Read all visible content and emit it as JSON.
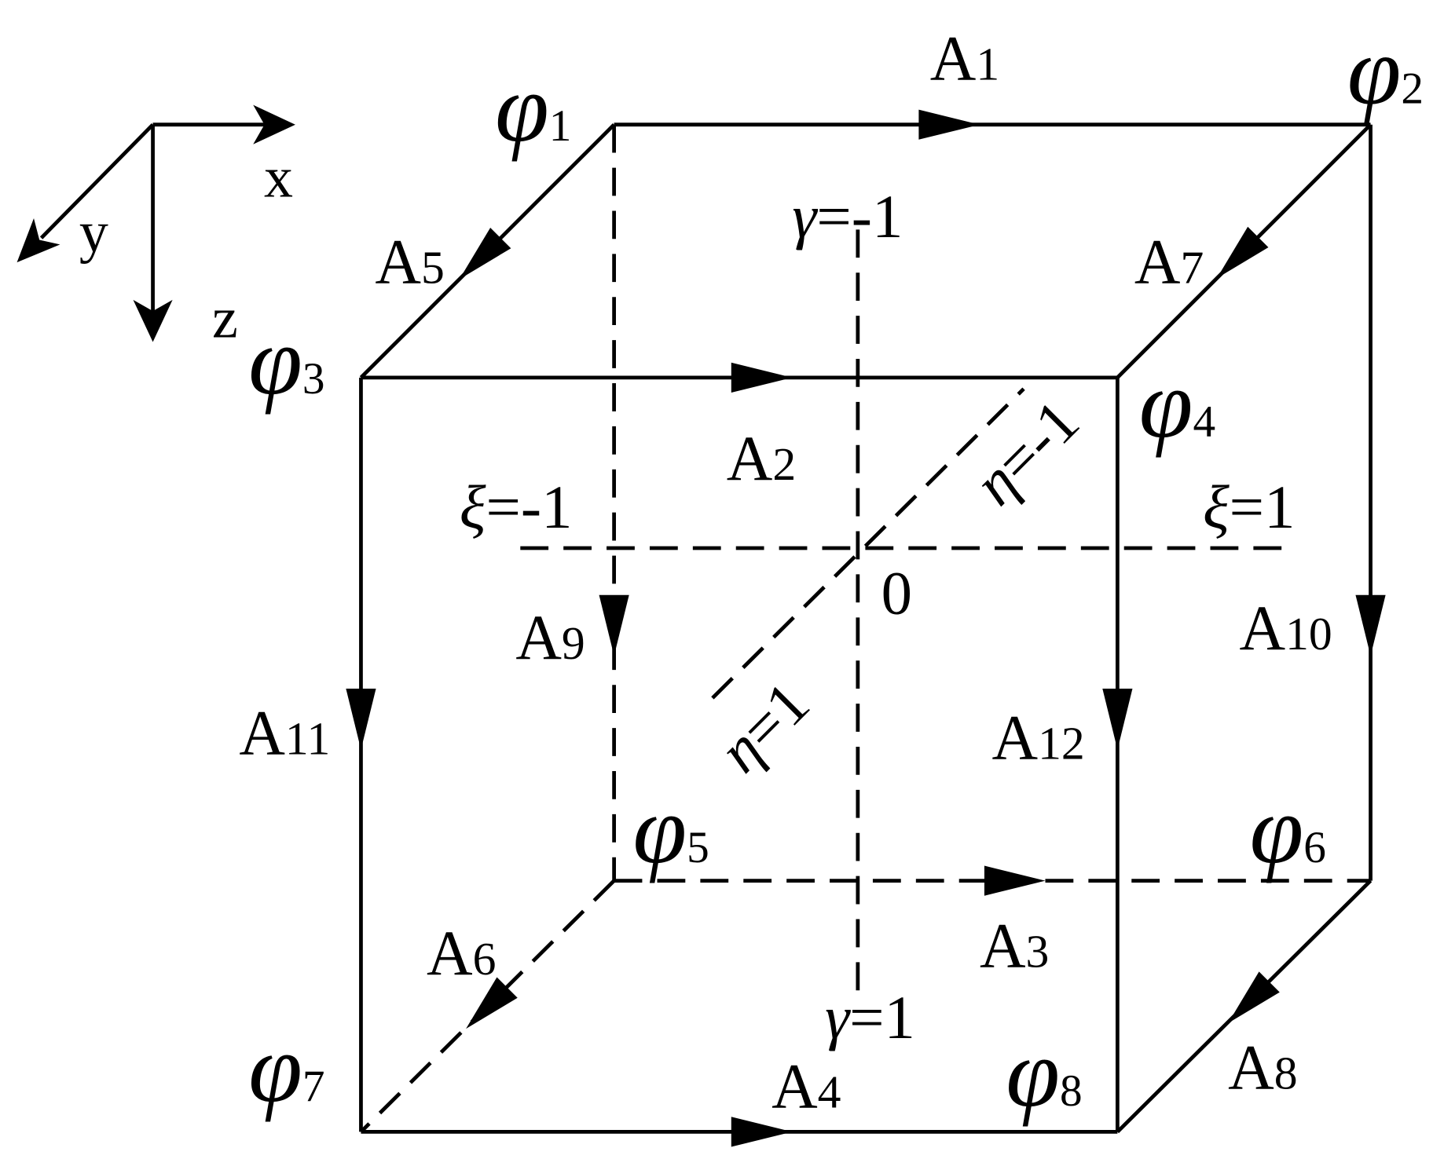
{
  "colors": {
    "stroke": "#000000",
    "background": "#ffffff"
  },
  "axes": {
    "x_label": "x",
    "y_label": "y",
    "z_label": "z"
  },
  "nodes": [
    {
      "symbol": "φ",
      "index": "1"
    },
    {
      "symbol": "φ",
      "index": "2"
    },
    {
      "symbol": "φ",
      "index": "3"
    },
    {
      "symbol": "φ",
      "index": "4"
    },
    {
      "symbol": "φ",
      "index": "5"
    },
    {
      "symbol": "φ",
      "index": "6"
    },
    {
      "symbol": "φ",
      "index": "7"
    },
    {
      "symbol": "φ",
      "index": "8"
    }
  ],
  "edges": [
    {
      "letter": "A",
      "index": "1"
    },
    {
      "letter": "A",
      "index": "2"
    },
    {
      "letter": "A",
      "index": "3"
    },
    {
      "letter": "A",
      "index": "4"
    },
    {
      "letter": "A",
      "index": "5"
    },
    {
      "letter": "A",
      "index": "6"
    },
    {
      "letter": "A",
      "index": "7"
    },
    {
      "letter": "A",
      "index": "8"
    },
    {
      "letter": "A",
      "index": "9"
    },
    {
      "letter": "A",
      "index": "10"
    },
    {
      "letter": "A",
      "index": "11"
    },
    {
      "letter": "A",
      "index": "12"
    }
  ],
  "reference_lines": {
    "xi_neg": {
      "symbol": "ξ",
      "value": "=-1"
    },
    "xi_pos": {
      "symbol": "ξ",
      "value": "=1"
    },
    "eta_pos": {
      "symbol": "η",
      "value": "=1"
    },
    "eta_neg": {
      "symbol": "η",
      "value": "=-1"
    },
    "gamma_neg": {
      "symbol": "γ",
      "value": "=-1"
    },
    "gamma_pos": {
      "symbol": "γ",
      "value": "=1"
    },
    "origin": "0"
  }
}
